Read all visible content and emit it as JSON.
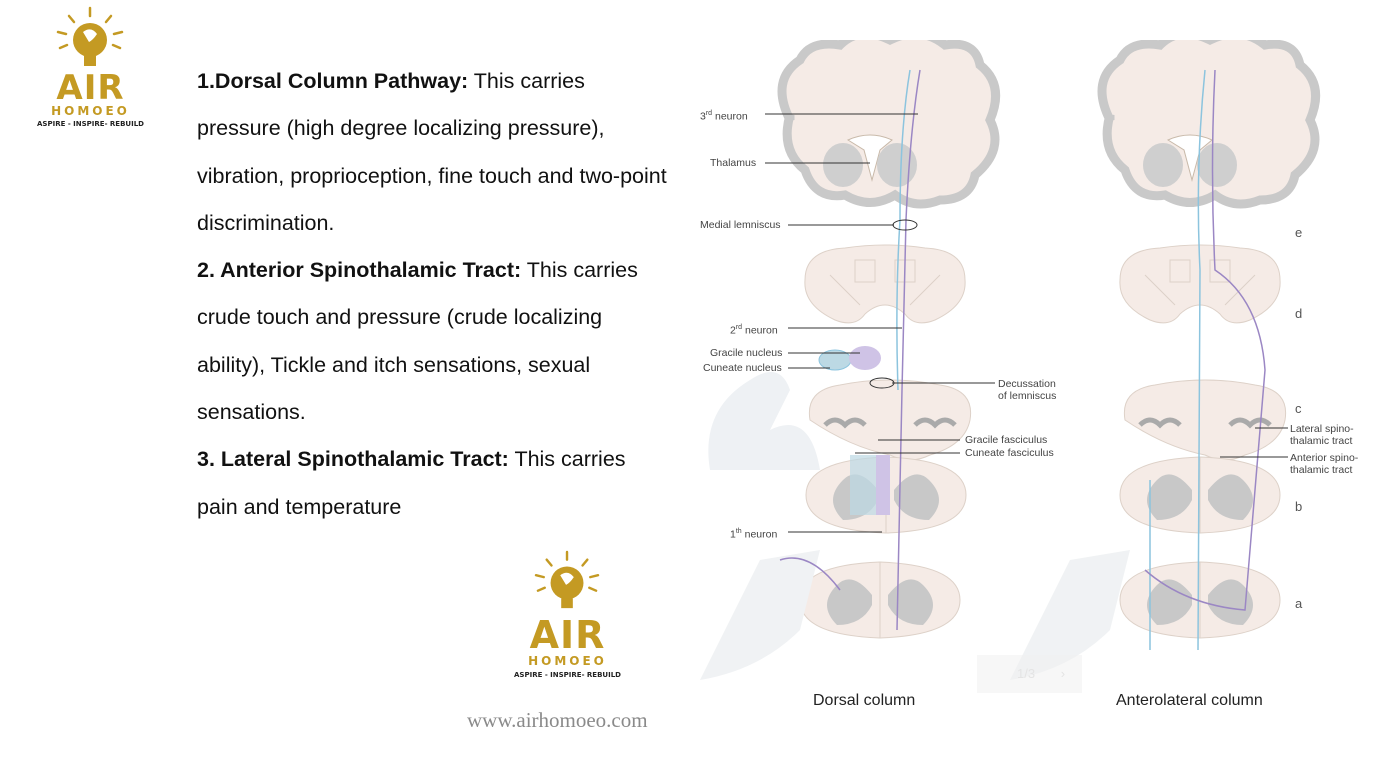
{
  "logo": {
    "brand": "AIR",
    "name": "HOMOEO",
    "tagline": "ASPIRE - INSPIRE- REBUILD"
  },
  "content": {
    "items": [
      {
        "heading": "1.Dorsal Column Pathway:",
        "text": " This carries pressure (high degree localizing pressure), vibration, proprioception, fine touch and two-point discrimination."
      },
      {
        "heading": "2. Anterior Spinothalamic Tract:",
        "text": " This carries crude touch and pressure (crude localizing ability), Tickle and itch sensations, sexual sensations."
      },
      {
        "heading": "3. Lateral Spinothalamic Tract:",
        "text": " This carries pain and temperature"
      }
    ]
  },
  "website": "www.airhomoeo.com",
  "diagram": {
    "labels": {
      "third_neuron": "3",
      "third_sup": "rd",
      "neuron": "neuron",
      "thalamus": "Thalamus",
      "medial_lemniscus": "Medial lemniscus",
      "second_neuron": "2",
      "second_sup": "rd",
      "gracile_nucleus": "Gracile nucleus",
      "cuneate_nucleus": "Cuneate nucleus",
      "decussation_1": "Decussation",
      "decussation_2": "of lemniscus",
      "gracile_fasciculus": "Gracile fasciculus",
      "cuneate_fasciculus": "Cuneate fasciculus",
      "first_neuron": "1",
      "first_sup": "th",
      "lateral_1": "Lateral spino-",
      "lateral_2": "thalamic tract",
      "anterior_1": "Anterior spino-",
      "anterior_2": "thalamic tract"
    },
    "levels": [
      "e",
      "d",
      "c",
      "b",
      "a"
    ],
    "captions": {
      "left": "Dorsal column",
      "right": "Anterolateral column"
    },
    "pager": "1/3"
  },
  "colors": {
    "gold": "#c49a23",
    "tissue": "#f5ebe6",
    "gray_matter": "#c8c8c8",
    "blue_tract": "#8cc4de",
    "purple_tract": "#9b87c4"
  }
}
